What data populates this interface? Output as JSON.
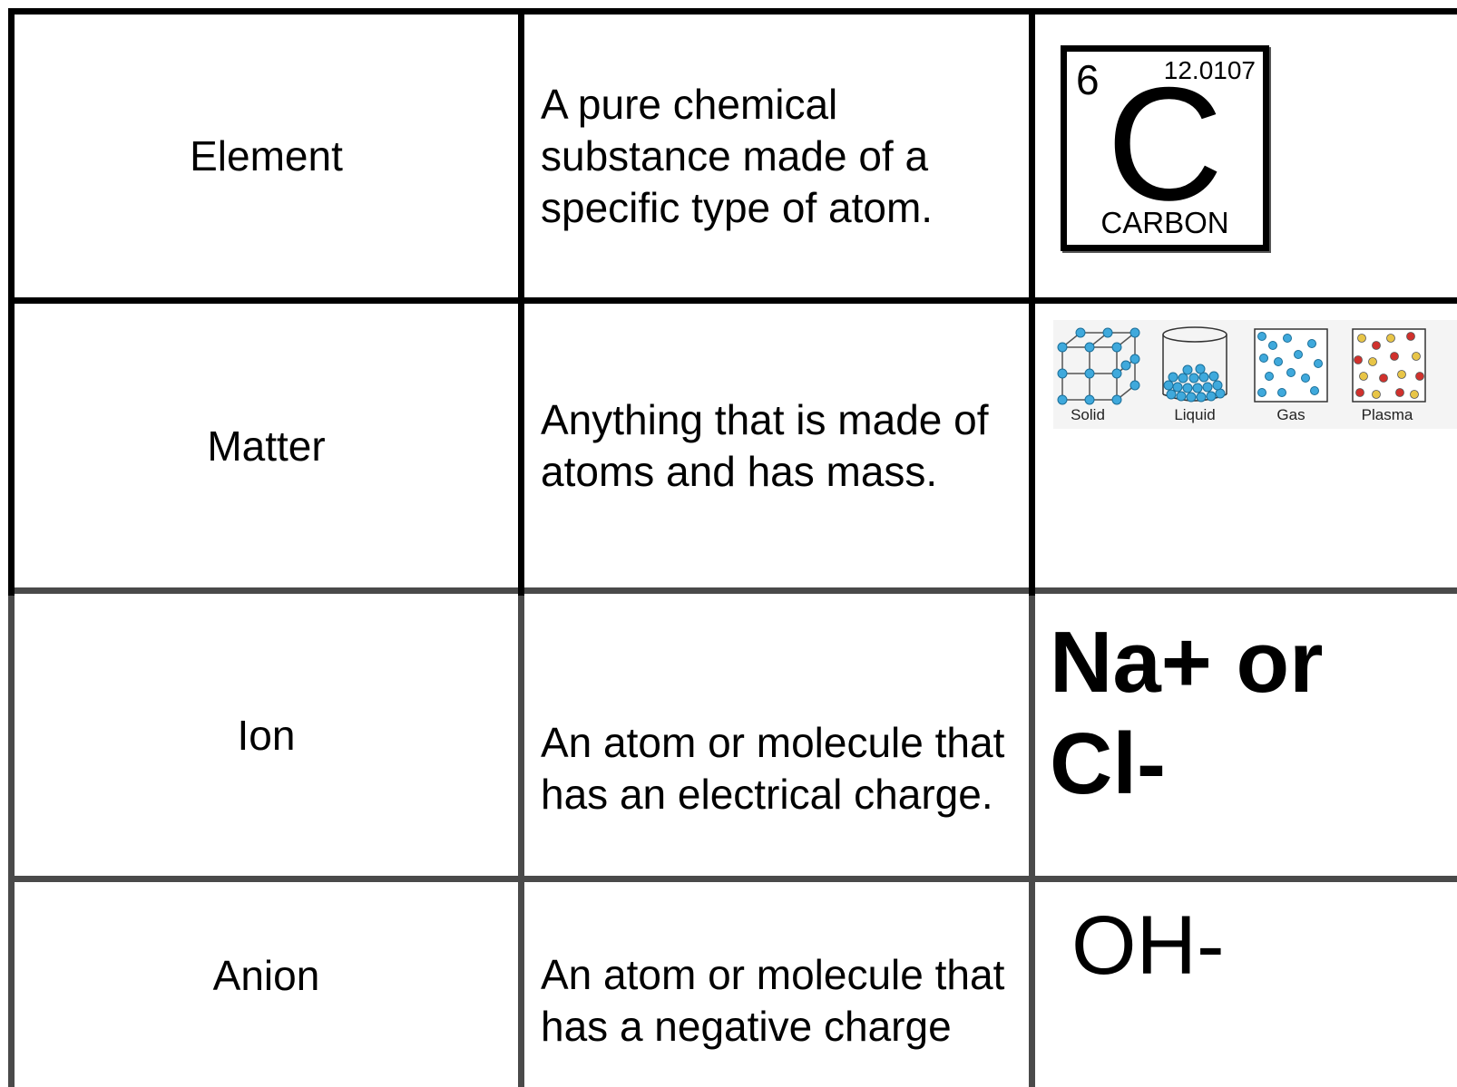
{
  "table": {
    "rows": [
      {
        "term": "Element",
        "definition": [
          "A pure chemical",
          "substance made of a",
          "specific type of atom."
        ],
        "example": {
          "type": "element-tile",
          "atomic_number": "6",
          "atomic_mass": "12.0107",
          "symbol": "C",
          "name": "CARBON"
        }
      },
      {
        "term": "Matter",
        "definition": [
          "Anything that is made of",
          "atoms and has mass."
        ],
        "example": {
          "type": "states-diagram",
          "states": [
            "Solid",
            "Liquid",
            "Gas",
            "Plasma"
          ]
        }
      },
      {
        "term": "Ion",
        "definition": [
          "An atom or molecule that",
          "has an electrical charge."
        ],
        "example": {
          "type": "text",
          "lines": [
            "Na+ or",
            "Cl-"
          ]
        }
      },
      {
        "term": "Anion",
        "definition": [
          "An atom or molecule that",
          "has a negative charge"
        ],
        "example": {
          "type": "text",
          "lines": [
            "OH-"
          ]
        }
      }
    ]
  },
  "colors": {
    "border_dark": "#000000",
    "border_grey": "#4a4a4a",
    "particle_blue": "#3fa9dc",
    "plasma_red": "#d0312d",
    "plasma_yellow": "#e8c547"
  }
}
